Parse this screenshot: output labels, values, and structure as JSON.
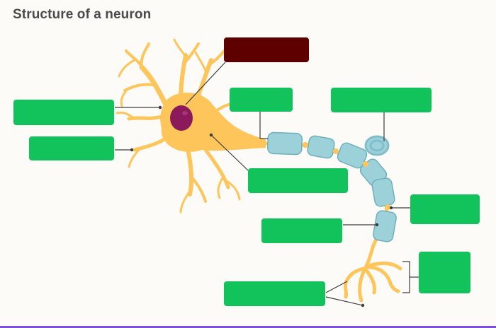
{
  "title": "Structure of a neuron",
  "colors": {
    "neuron_body": "#fdc55a",
    "nucleus": "#8c1a5a",
    "myelin": "#9dd1d9",
    "label_box": "#12c25a",
    "highlight_box": "#5e0000",
    "bottom_bar": "#7b4ee0"
  },
  "label_boxes": [
    {
      "id": "nucleus",
      "style": "dark"
    },
    {
      "id": "dendrites",
      "style": "green"
    },
    {
      "id": "cell-body",
      "style": "green"
    },
    {
      "id": "axon-hillock",
      "style": "green"
    },
    {
      "id": "schwann-cell",
      "style": "green"
    },
    {
      "id": "axon",
      "style": "green"
    },
    {
      "id": "node-of-ranvier",
      "style": "green"
    },
    {
      "id": "myelin-sheath",
      "style": "green"
    },
    {
      "id": "axon-terminal",
      "style": "green"
    },
    {
      "id": "synaptic-terminals",
      "style": "green"
    }
  ]
}
